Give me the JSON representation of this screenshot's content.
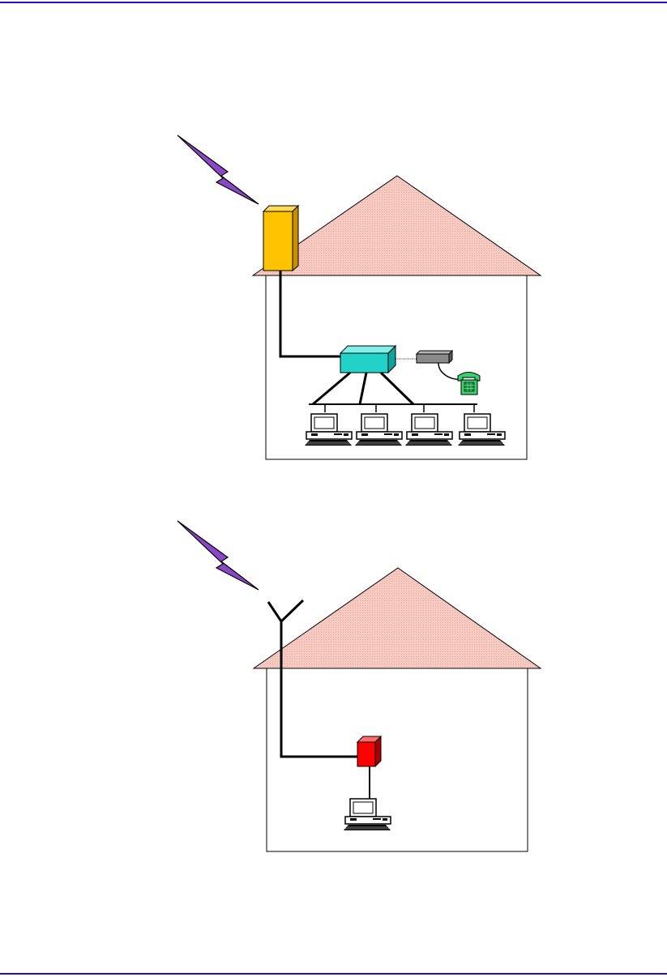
{
  "colors": {
    "rule": "#1f10c8",
    "roof": "#f6c9c1",
    "bolt": "#8a48c6",
    "antenna_box": "#ffc200",
    "router": "#22d2c8",
    "small_device": "#8a8a8a",
    "phone": "#35d36a",
    "terminal": "#ff0000",
    "computer": "#ffffff"
  },
  "diagrams": [
    {
      "id": "multi-user-site",
      "antenna_type": "outdoor-unit",
      "computers": 4,
      "has_phone": true
    },
    {
      "id": "single-user-site",
      "antenna_type": "yagi-antenna",
      "computers": 1,
      "has_phone": false
    }
  ]
}
